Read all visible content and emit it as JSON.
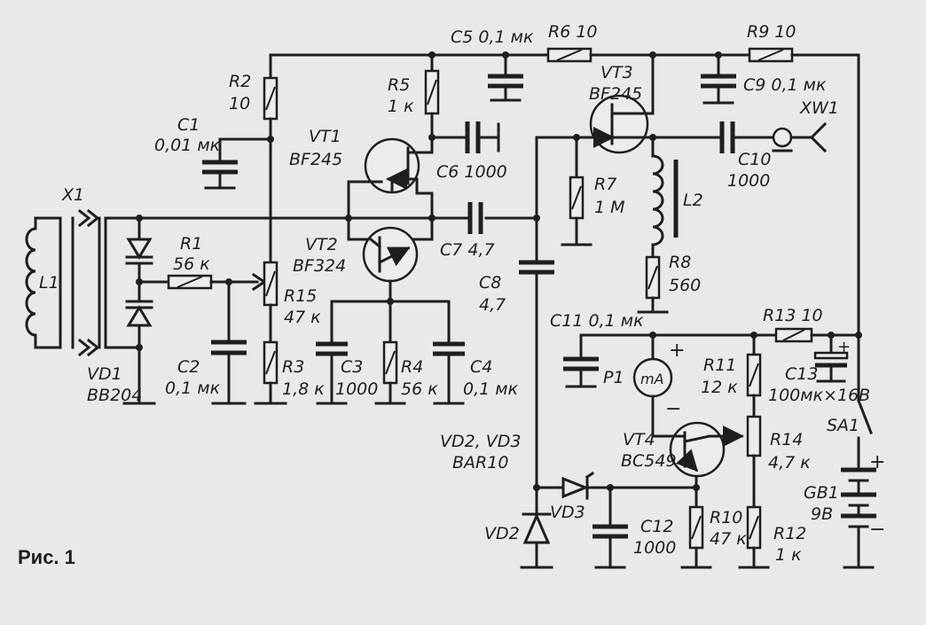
{
  "figure_label": "Рис. 1",
  "components": {
    "X1": "X1",
    "L1": "L1",
    "VD1": "VD1",
    "VD1_type": "BB204",
    "R1": "R1",
    "R1_val": "56 к",
    "C2": "C2",
    "C2_val": "0,1 мк",
    "R2": "R2",
    "R2_val": "10",
    "C1": "C1",
    "C1_val": "0,01 мк",
    "R15": "R15",
    "R15_val": "47 к",
    "R3": "R3",
    "R3_val": "1,8 к",
    "VT1": "VT1",
    "VT1_type": "BF245",
    "VT2": "VT2",
    "VT2_type": "BF324",
    "R5": "R5",
    "R5_val": "1 к",
    "C5": "C5 0,1 мк",
    "C6": "C6 1000",
    "C7": "C7 4,7",
    "C3": "C3",
    "C3_val": "1000",
    "R4": "R4",
    "R4_val": "56 к",
    "C4": "C4",
    "C4_val": "0,1 мк",
    "R6": "R6 10",
    "VT3": "VT3",
    "VT3_type": "BF245",
    "C8": "C8",
    "C8_val": "4,7",
    "R7": "R7",
    "R7_val": "1 М",
    "L2": "L2",
    "R8": "R8",
    "R8_val": "560",
    "C9": "C9 0,1 мк",
    "R9": "R9 10",
    "XW1": "XW1",
    "C10": "C10",
    "C10_val": "1000",
    "C11": "C11 0,1 мк",
    "P1": "P1",
    "P1_meter": "mA",
    "R13": "R13 10",
    "C13": "C13",
    "C13_val": "100мк×16В",
    "R11": "R11",
    "R11_val": "12 к",
    "R14": "R14",
    "R14_val": "4,7 к",
    "SA1": "SA1",
    "VT4": "VT4",
    "VT4_type": "BC549",
    "VD23": "VD2, VD3",
    "VD23_type": "BAR10",
    "VD2": "VD2",
    "VD3": "VD3",
    "C12": "C12",
    "C12_val": "1000",
    "R10": "R10",
    "R10_val": "47 к",
    "R12": "R12",
    "R12_val": "1 к",
    "GB1": "GB1",
    "GB1_val": "9В"
  },
  "polarity": {
    "plus": "+",
    "minus": "−"
  }
}
